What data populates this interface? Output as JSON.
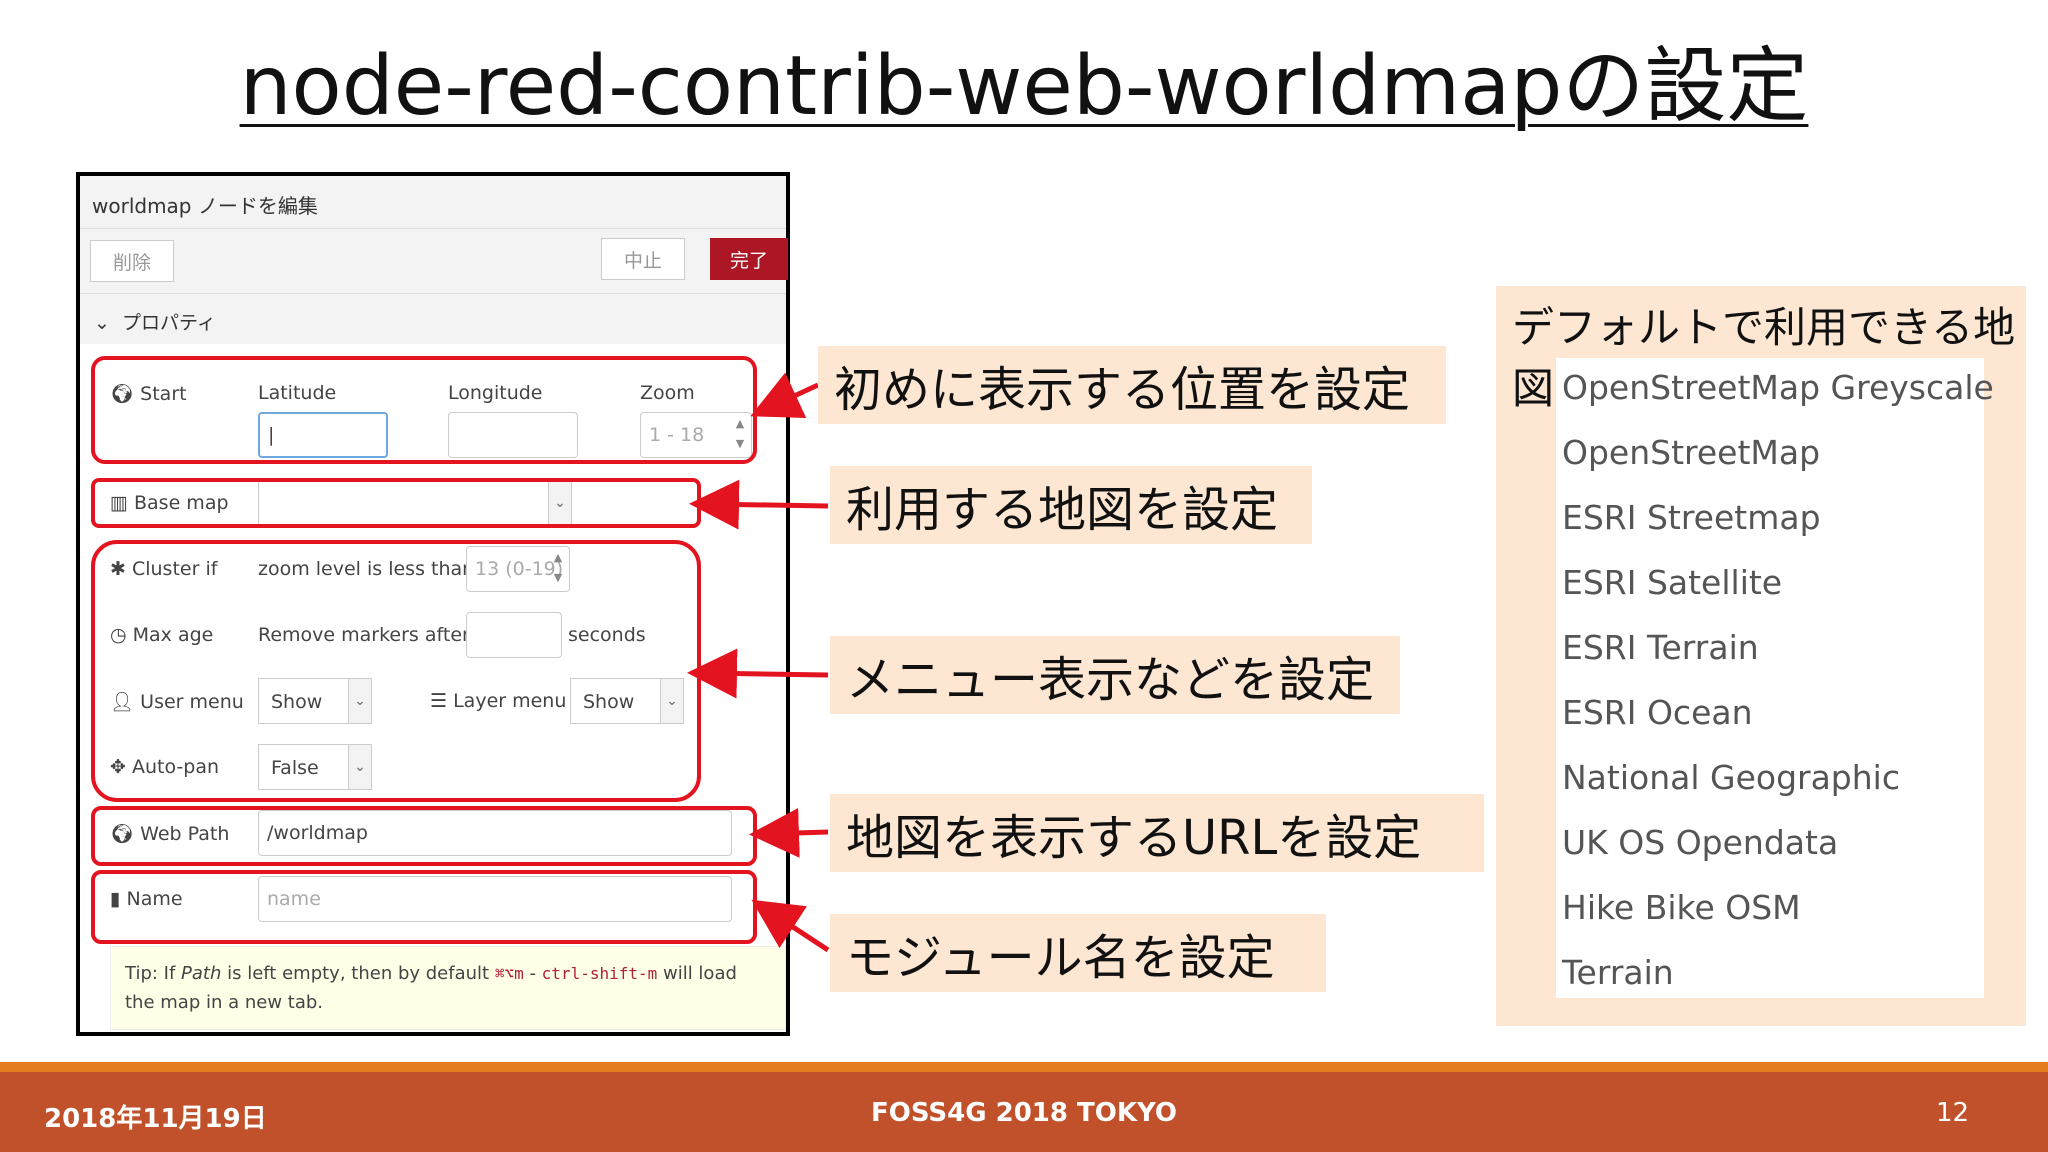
{
  "slide": {
    "title": "node-red-contrib-web-worldmapの設定",
    "footer": {
      "date": "2018年11月19日",
      "event": "FOSS4G 2018 TOKYO",
      "page": "12"
    }
  },
  "dialog": {
    "header": "worldmap ノードを編集",
    "buttons": {
      "delete": "削除",
      "cancel": "中止",
      "done": "完了"
    },
    "section": "プロパティ",
    "start": {
      "label": "Start",
      "latitude_label": "Latitude",
      "longitude_label": "Longitude",
      "zoom_label": "Zoom",
      "zoom_placeholder": "1 - 18"
    },
    "base_map": {
      "label": "Base map",
      "value": ""
    },
    "cluster": {
      "label": "Cluster if",
      "text": "zoom level is less than",
      "placeholder": "13 (0-19)"
    },
    "max_age": {
      "label": "Max age",
      "text": "Remove markers after",
      "unit": "seconds"
    },
    "user_menu": {
      "label": "User menu",
      "value": "Show"
    },
    "layer_menu": {
      "label": "Layer menu",
      "value": "Show"
    },
    "auto_pan": {
      "label": "Auto-pan",
      "value": "False"
    },
    "web_path": {
      "label": "Web Path",
      "value": "/worldmap"
    },
    "name": {
      "label": "Name",
      "placeholder": "name"
    },
    "tip": {
      "t1": "Tip: If ",
      "t2": "Path",
      "t3": " is left empty, then by default ",
      "t4": "⌘⌥m",
      "t5": " - ",
      "t6": "ctrl-shift-m",
      "t7": " will load",
      "t8": "the map in a new tab."
    }
  },
  "annotations": {
    "start": "初めに表示する位置を設定",
    "base_map": "利用する地図を設定",
    "menu": "メニュー表示などを設定",
    "url": "地図を表示するURLを設定",
    "module": "モジュール名を設定"
  },
  "map_list": {
    "title": "デフォルトで利用できる地図",
    "items": [
      "OpenStreetMap Greyscale",
      "OpenStreetMap",
      "ESRI Streetmap",
      "ESRI Satellite",
      "ESRI Terrain",
      "ESRI Ocean",
      "National Geographic",
      "UK OS Opendata",
      "Hike Bike OSM",
      "Terrain"
    ]
  },
  "colors": {
    "highlight": "#e3141f",
    "note_bg": "#fde6d2",
    "footer": "#c0512a",
    "footer_line": "#e37d1e",
    "primary_button": "#ad1625"
  }
}
